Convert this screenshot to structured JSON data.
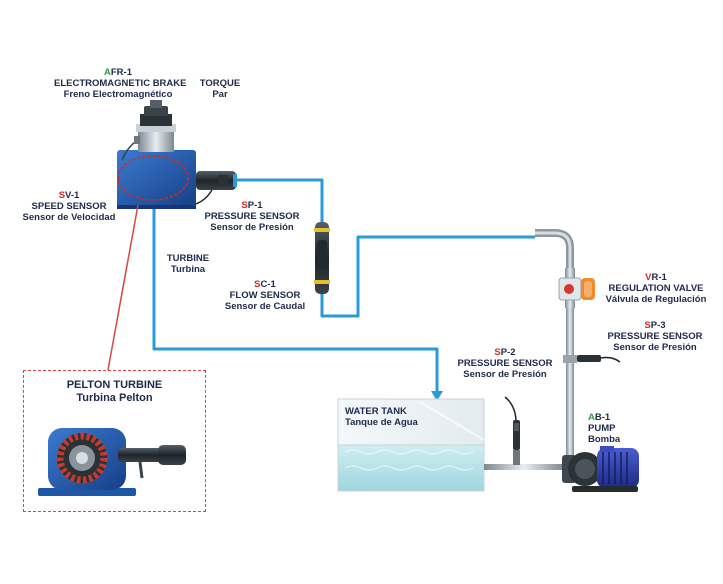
{
  "brake": {
    "code_letter": "A",
    "code_rest": "FR-1",
    "name_en": "ELECTROMAGNETIC BRAKE",
    "name_es": "Freno Electromagnético"
  },
  "torque": {
    "name_en": "TORQUE",
    "name_es": "Par"
  },
  "speed_sensor": {
    "code_letter": "S",
    "code_rest": "V-1",
    "name_en": "SPEED SENSOR",
    "name_es": "Sensor de Velocidad"
  },
  "pressure_sensor_1": {
    "code_letter": "S",
    "code_rest": "P-1",
    "name_en": "PRESSURE SENSOR",
    "name_es": "Sensor de Presión"
  },
  "turbine": {
    "name_en": "TURBINE",
    "name_es": "Turbina"
  },
  "flow_sensor": {
    "code_letter": "S",
    "code_rest": "C-1",
    "name_en": "FLOW SENSOR",
    "name_es": "Sensor de Caudal"
  },
  "regulation_valve": {
    "code_letter": "V",
    "code_rest": "R-1",
    "name_en": "REGULATION VALVE",
    "name_es": "Válvula de Regulación"
  },
  "pressure_sensor_3": {
    "code_letter": "S",
    "code_rest": "P-3",
    "name_en": "PRESSURE SENSOR",
    "name_es": "Sensor de Presión"
  },
  "pressure_sensor_2": {
    "code_letter": "S",
    "code_rest": "P-2",
    "name_en": "PRESSURE SENSOR",
    "name_es": "Sensor de Presión"
  },
  "water_tank": {
    "name_en": "WATER TANK",
    "name_es": "Tanque de Agua"
  },
  "pump": {
    "code_letter": "A",
    "code_rest": "B-1",
    "name_en": "PUMP",
    "name_es": "Bomba"
  },
  "pelton": {
    "name_en": "PELTON TURBINE",
    "name_es": "Turbina Pelton"
  },
  "colors": {
    "pipe": "#2a9ad8",
    "code_green": "#2e9e3a",
    "code_red": "#d42a1e",
    "label_text": "#1f2a4a",
    "callout": "#d6493c",
    "turbine_blue": "#1f57a8",
    "pump_blue": "#2a3fa6",
    "water": "#bfe6ea"
  }
}
